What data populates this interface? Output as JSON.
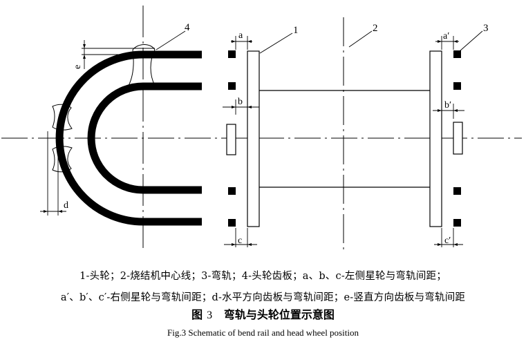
{
  "figure": {
    "callouts": {
      "n1": "1",
      "n2": "2",
      "n3": "3",
      "n4": "4"
    },
    "dimensions": {
      "a": "a",
      "b": "b",
      "c": "c",
      "a_prime": "a′",
      "b_prime": "b′",
      "c_prime": "c′",
      "d": "d",
      "e": "e"
    }
  },
  "legend": {
    "line1": "1-头轮；2-烧结机中心线；3-弯轨；4-头轮齿板；a、b、c-左侧星轮与弯轨间距；",
    "line2": "a′、b′、c′-右侧星轮与弯轨间距；d-水平方向齿板与弯轨间距；e-竖直方向齿板与弯轨间距"
  },
  "caption": {
    "fig_label": "图",
    "fig_number": "3",
    "title_zh": "弯轨与头轮位置示意图",
    "title_en": "Fig.3   Schematic of bend rail and head wheel position"
  }
}
